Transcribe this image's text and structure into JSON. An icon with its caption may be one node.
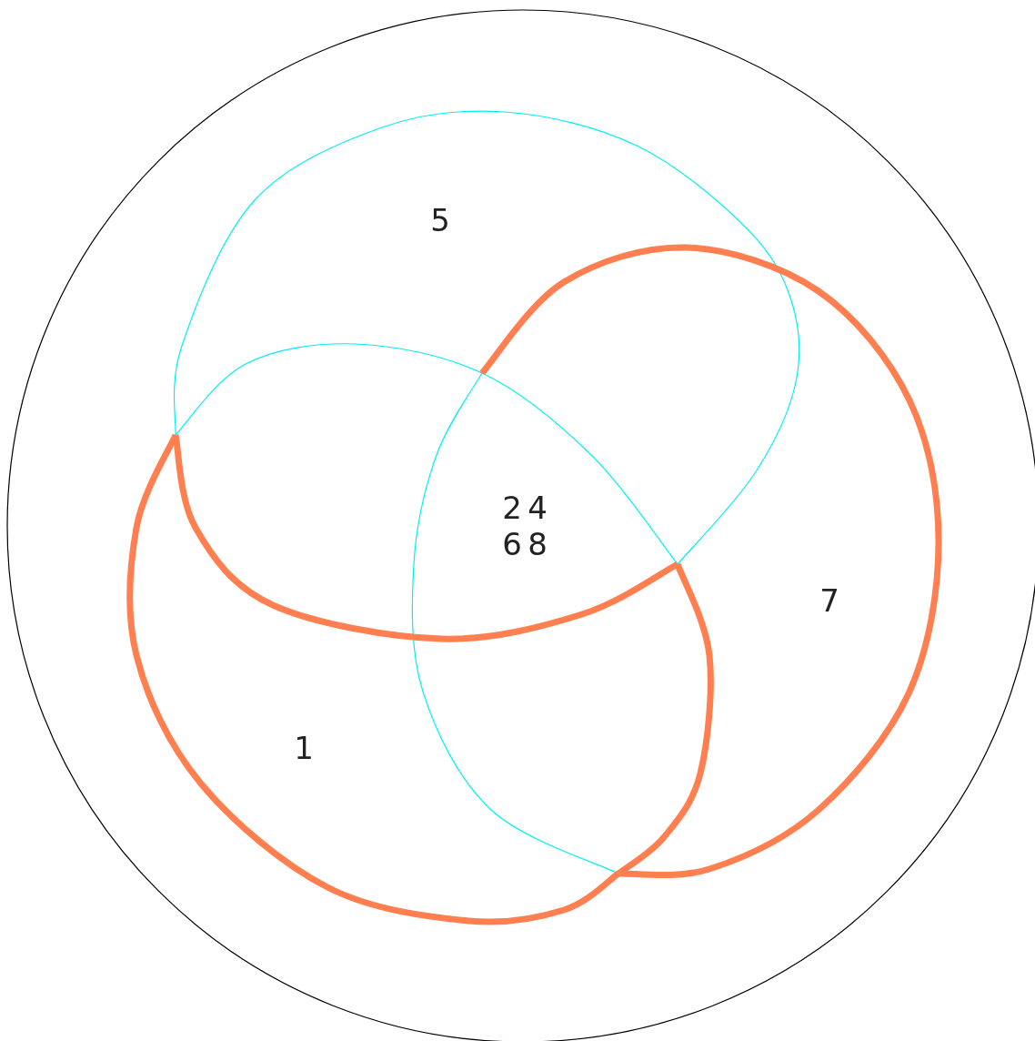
{
  "diagram": {
    "labels": [
      "5",
      "2",
      "4",
      "6",
      "8",
      "7",
      "1"
    ]
  }
}
